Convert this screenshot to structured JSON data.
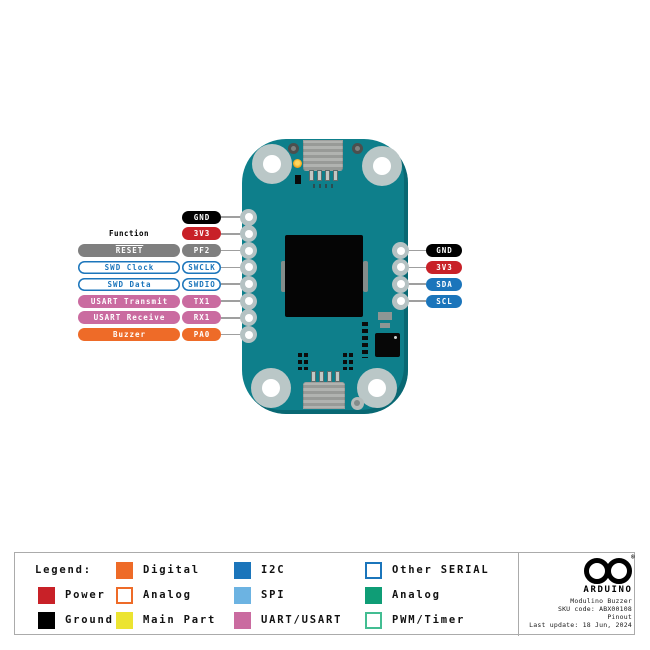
{
  "board": {
    "function_header": "Function",
    "left_pins": [
      {
        "function": null,
        "pin": "GND",
        "type": "ground"
      },
      {
        "function": null,
        "pin": "3V3",
        "type": "power"
      },
      {
        "function": "RESET",
        "pin": "PF2",
        "type": "reset",
        "overline": true
      },
      {
        "function": "SWD Clock",
        "pin": "SWCLK",
        "type": "swd"
      },
      {
        "function": "SWD Data",
        "pin": "SWDIO",
        "type": "swd"
      },
      {
        "function": "USART Transmit",
        "pin": "TX1",
        "type": "uart"
      },
      {
        "function": "USART Receive",
        "pin": "RX1",
        "type": "uart"
      },
      {
        "function": "Buzzer",
        "pin": "PA0",
        "type": "digital"
      }
    ],
    "right_pins": [
      {
        "pin": "GND",
        "type": "ground"
      },
      {
        "pin": "3V3",
        "type": "power"
      },
      {
        "pin": "SDA",
        "type": "i2c"
      },
      {
        "pin": "SCL",
        "type": "i2c"
      }
    ]
  },
  "legend": {
    "title": "Legend:",
    "columns": [
      {
        "items": [
          {
            "label": "Power",
            "swatch": "power"
          },
          {
            "label": "Ground",
            "swatch": "ground"
          }
        ]
      },
      {
        "items": [
          {
            "label": "Digital",
            "swatch": "digital"
          },
          {
            "label": "Analog",
            "swatch": "analog_outline"
          },
          {
            "label": "Main Part",
            "swatch": "main_part"
          }
        ]
      },
      {
        "items": [
          {
            "label": "I2C",
            "swatch": "i2c"
          },
          {
            "label": "SPI",
            "swatch": "spi"
          },
          {
            "label": "UART/USART",
            "swatch": "uart"
          }
        ]
      },
      {
        "items": [
          {
            "label": "Other SERIAL",
            "swatch": "other_serial"
          },
          {
            "label": "Analog",
            "swatch": "analog_green"
          },
          {
            "label": "PWM/Timer",
            "swatch": "pwm_timer"
          }
        ]
      }
    ]
  },
  "footer": {
    "brand": "ARDUINO",
    "registered_mark": "®",
    "product": "Modulino Buzzer",
    "sku": "SKU code: ABX00108",
    "doc_type": "Pinout",
    "last_update": "Last update: 18 Jun, 2024"
  },
  "colors": {
    "board_teal": "#0e7f8b",
    "pin_types": {
      "ground": {
        "fill": "#000000",
        "text": "#ffffff"
      },
      "power": {
        "fill": "#c82128",
        "text": "#ffffff"
      },
      "reset": {
        "fill": "#7f7f7f",
        "text": "#ffffff"
      },
      "swd": {
        "fill": "#ffffff",
        "text": "#1b75bb",
        "border": "#1b75bb"
      },
      "uart": {
        "fill": "#ca6ba0",
        "text": "#ffffff"
      },
      "digital": {
        "fill": "#ee6b28",
        "text": "#ffffff"
      },
      "i2c": {
        "fill": "#1b75bb",
        "text": "#ffffff"
      }
    },
    "swatches": {
      "power": {
        "fill": "#c82128"
      },
      "ground": {
        "fill": "#000000"
      },
      "digital": {
        "fill": "#ee6b28"
      },
      "analog_outline": {
        "fill": "#ffffff",
        "border": "#ee6b28"
      },
      "main_part": {
        "fill": "#ece431"
      },
      "i2c": {
        "fill": "#1b75bb"
      },
      "spi": {
        "fill": "#6cb3e2"
      },
      "uart": {
        "fill": "#ca6ba0"
      },
      "other_serial": {
        "fill": "#ffffff",
        "border": "#1b75bb"
      },
      "analog_green": {
        "fill": "#0f9d76"
      },
      "pwm_timer": {
        "fill": "#ffffff",
        "border": "#43bd92"
      }
    }
  }
}
